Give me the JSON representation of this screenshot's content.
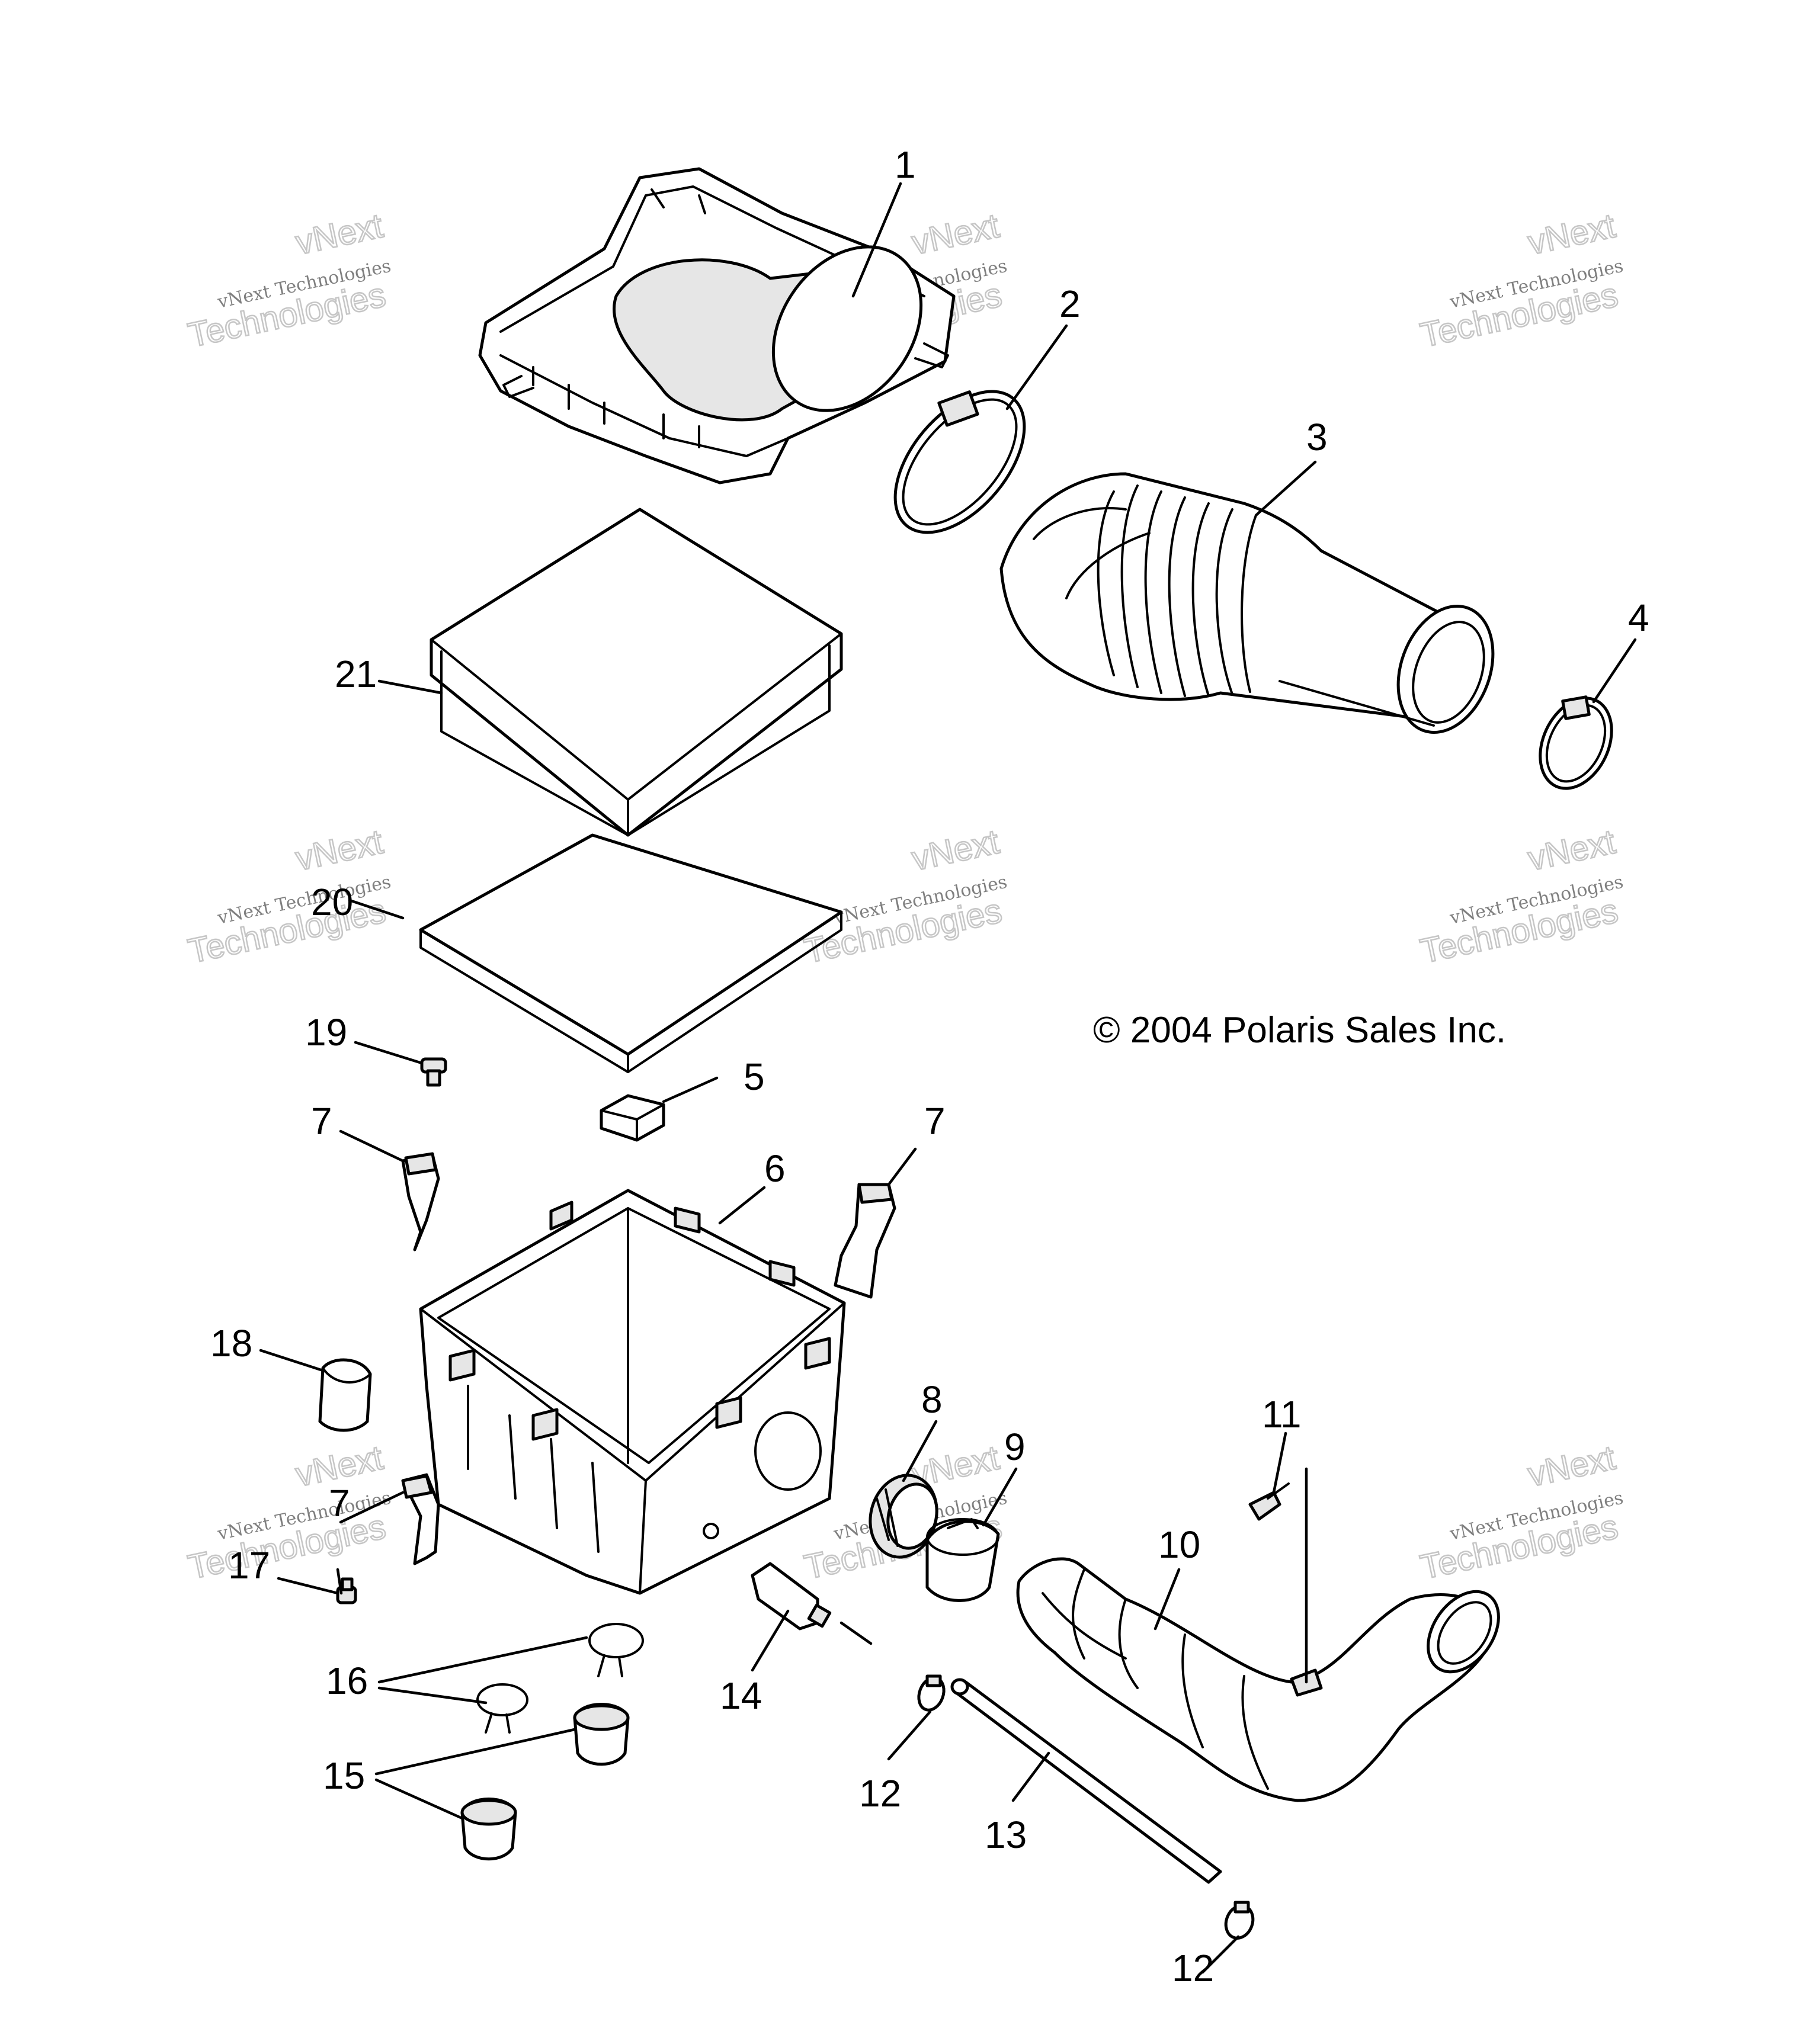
{
  "callouts": {
    "c1": "1",
    "c2": "2",
    "c3": "3",
    "c4": "4",
    "c5": "5",
    "c6": "6",
    "c7a": "7",
    "c7b": "7",
    "c7c": "7",
    "c8": "8",
    "c9": "9",
    "c10": "10",
    "c11": "11",
    "c12a": "12",
    "c12b": "12",
    "c13": "13",
    "c14": "14",
    "c15": "15",
    "c16": "16",
    "c17": "17",
    "c18": "18",
    "c19": "19",
    "c20": "20",
    "c21": "21"
  },
  "copyright": "© 2004 Polaris Sales Inc.",
  "watermark": {
    "line1": "vNext Technologies",
    "line2": "Technologies",
    "line3": "vNext"
  }
}
